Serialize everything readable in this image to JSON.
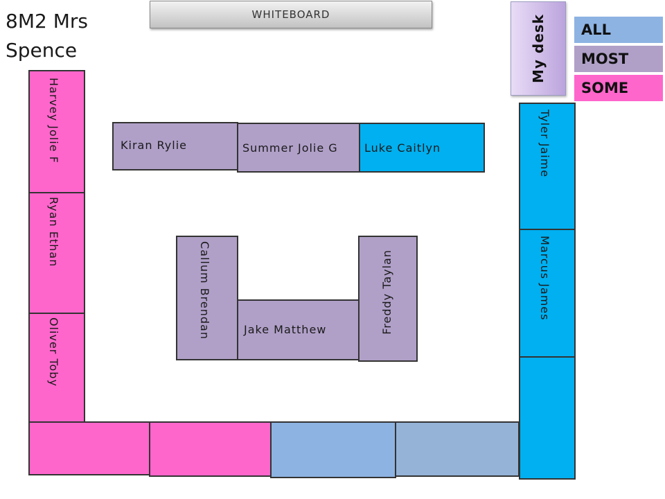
{
  "class_title": "8M2 Mrs\nSpence",
  "whiteboard_label": "WHITEBOARD",
  "desk_label": "My desk",
  "legend": [
    {
      "label": "ALL",
      "color": "#8db3e2"
    },
    {
      "label": "MOST",
      "color": "#b0a0c8"
    },
    {
      "label": "SOME",
      "color": "#ff66cc"
    }
  ],
  "tables": {
    "harvey_jolie": "Harvey  Jolie F",
    "ryan_ethan": "Ryan  Ethan",
    "oliver_toby": "Oliver  Toby",
    "kiran_rylie": "Kiran   Rylie",
    "summer_jolie": "Summer Jolie G",
    "luke_caitlyn": "Luke   Caitlyn",
    "tyler_jaime": "Tyler  Jaime",
    "marcus_james": "Marcus  James",
    "callum_brendan": "Callum  Brendan",
    "jake_matthew": "Jake  Matthew",
    "freddy_taylan": "Freddy  Taylan"
  }
}
